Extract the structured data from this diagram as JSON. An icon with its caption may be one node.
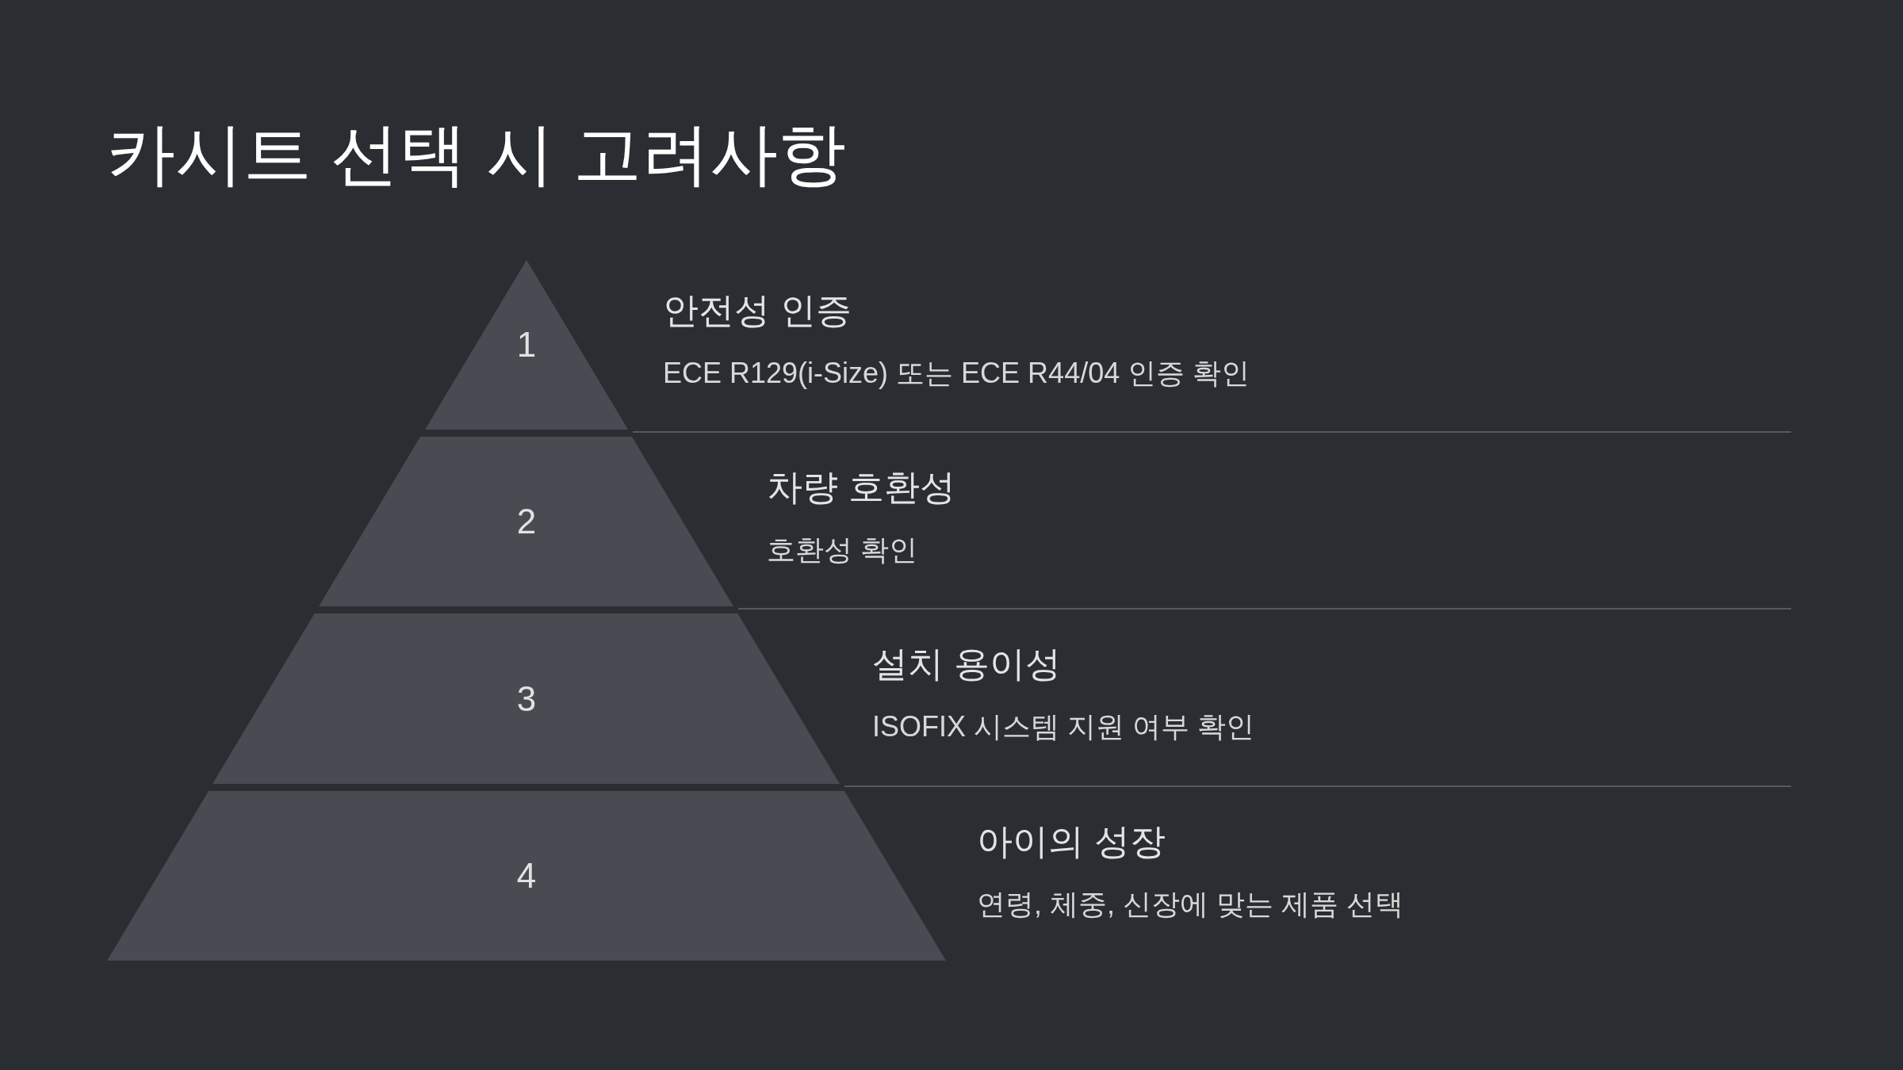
{
  "diagram": {
    "title": "카시트 선택 시 고려사항",
    "nodes": [
      {
        "text": [
          "1"
        ],
        "beside": [
          "안전성 인증",
          "ECE R129(i-Size) 또는 ECE R44/04 인증 확인"
        ]
      },
      {
        "text": [
          "2"
        ],
        "beside": [
          "차량 호환성",
          "호환성 확인"
        ]
      },
      {
        "text": [
          "3"
        ],
        "beside": [
          "설치 용이성",
          "ISOFIX 시스템 지원 여부 확인"
        ]
      },
      {
        "text": [
          "4"
        ],
        "beside": [
          "아이의 성장",
          "연령, 체중, 신장에 맞는 제품 선택"
        ]
      }
    ]
  }
}
